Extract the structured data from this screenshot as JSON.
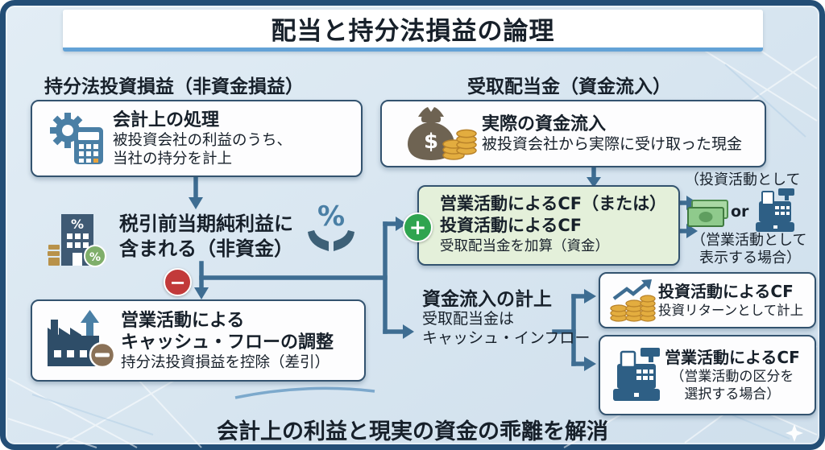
{
  "title": "配当と持分法損益の論理",
  "footer": "会計上の利益と現実の資金の乖離を解消",
  "icons": {
    "plus": "+",
    "minus": "−"
  },
  "left": {
    "header": "持分法投資損益（非資金損益）",
    "accounting_box": {
      "title": "会計上の処理",
      "body1": "被投資会社の利益のうち、",
      "body2": "当社の持分を計上"
    },
    "pretax": {
      "line1": "税引前当期純利益に",
      "line2": "含まれる（非資金）"
    },
    "cf_adjust_box": {
      "title1": "営業活動による",
      "title2": "キャッシュ・フローの調整",
      "body": "持分法投資損益を控除（差引）"
    }
  },
  "right": {
    "header": "受取配当金（資金流入）",
    "actual_inflow_box": {
      "title": "実際の資金流入",
      "body": "被投資会社から実際に受け取った現金"
    },
    "cf_green_box": {
      "line1": "営業活動によるCF（または）",
      "line2": "投資活動によるCF",
      "line3": "受取配当金を加算（資金）"
    },
    "note_invest": "（投資活動として",
    "or_label": "or",
    "note_operating1": "（営業活動として",
    "note_operating2": "表示する場合）",
    "recording": {
      "title": "資金流入の計上",
      "body1": "受取配当金は",
      "body2": "キャッシュ・インフロー"
    },
    "invest_cf_box": {
      "title": "投資活動によるCF",
      "body": "投資リターンとして計上"
    },
    "operating_cf_box": {
      "title": "営業活動によるCF",
      "body1": "（営業活動の区分を",
      "body2": "選択する場合）"
    }
  },
  "colors": {
    "frame_navy": "#234e76",
    "background_blue": "#d7e5f0",
    "arrow_blue": "#3e6d92",
    "title_underline": "#63a2d6",
    "green_box_bg": "#e4f0da",
    "plus_green": "#2fa44f",
    "minus_red": "#c23a3a",
    "minus_brown": "#8a7157",
    "coin_gold": "#e3ad3f",
    "icon_steel_blue": "#4a7fa5",
    "icon_navy": "#2e4d68"
  }
}
